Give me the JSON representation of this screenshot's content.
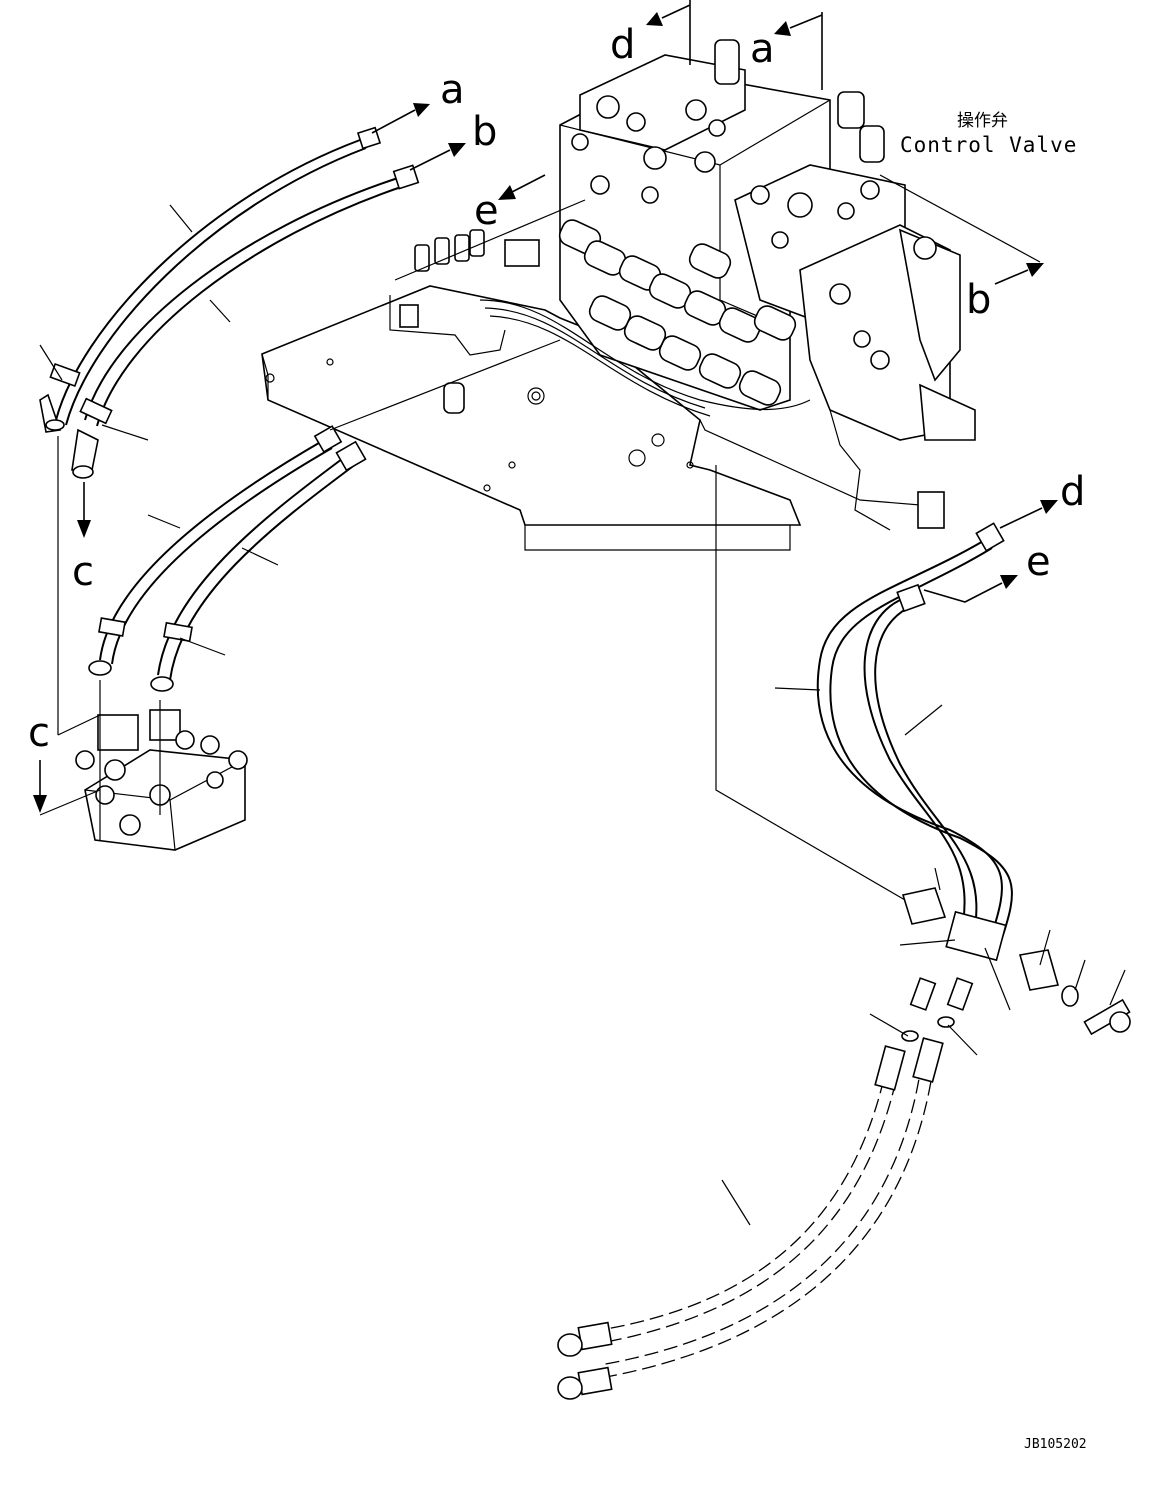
{
  "labels": {
    "control_valve_jp": "操作弁",
    "control_valve_en": "Control Valve",
    "ref_a": "a",
    "ref_b": "b",
    "ref_c": "c",
    "ref_d": "d",
    "ref_e": "e",
    "drawing_code": "JB105202"
  }
}
